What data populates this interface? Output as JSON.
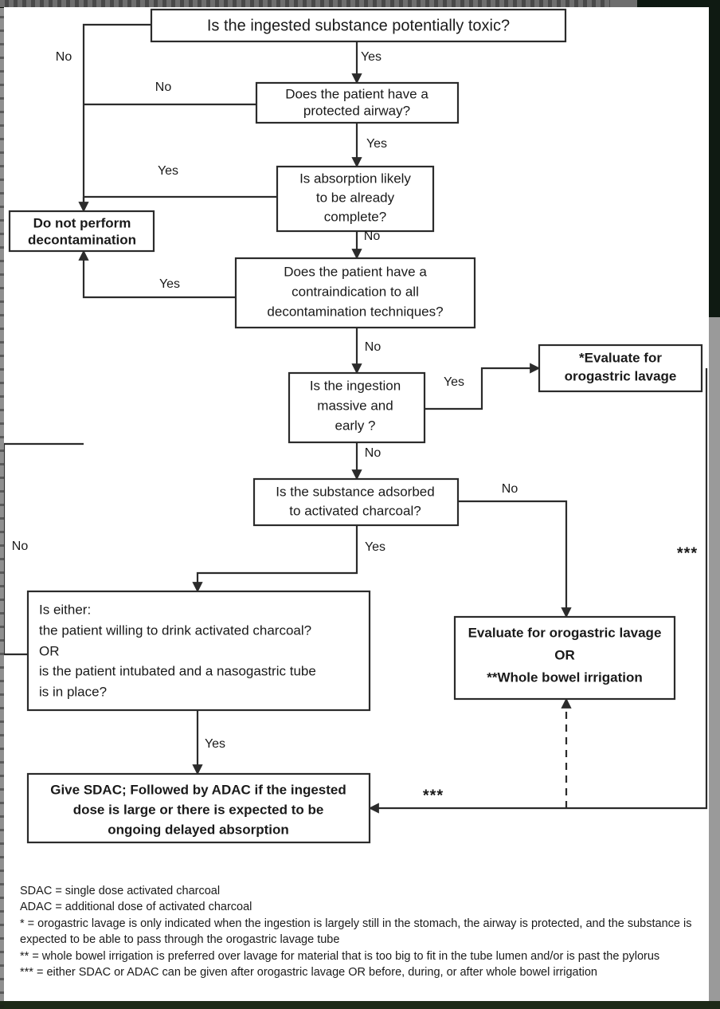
{
  "window": {
    "titlebar_visible": true,
    "desktop_background_color": "#142010",
    "page_background_color": "#ffffff",
    "line_color": "#2b2b2b"
  },
  "flowchart": {
    "type": "decision-flowchart",
    "title_node": "Is the ingested substance potentially toxic?",
    "nodes": [
      {
        "id": "q1",
        "label": "Is the ingested substance potentially toxic?",
        "bold": false
      },
      {
        "id": "q2",
        "label": "Does the patient have a\nprotected airway?",
        "bold": false
      },
      {
        "id": "q3",
        "label": "Is absorption likely\nto be already\ncomplete?",
        "bold": false
      },
      {
        "id": "stop",
        "label": "Do not perform\ndecontamination",
        "bold": true
      },
      {
        "id": "q4",
        "label": "Does the patient have a\ncontraindication to all\ndecontamination techniques?",
        "bold": false
      },
      {
        "id": "q5",
        "label": "Is the ingestion\nmassive and\nearly ?",
        "bold": false
      },
      {
        "id": "lavage1",
        "label": "*Evaluate for\norogastric lavage",
        "bold": true
      },
      {
        "id": "q6",
        "label": "Is the substance adsorbed\nto activated charcoal?",
        "bold": false
      },
      {
        "id": "q7",
        "label": "Is either:\nthe patient willing to drink activated charcoal?\nOR\nis the patient intubated and a nasogastric tube\nis in place?",
        "bold": false
      },
      {
        "id": "lavage2",
        "label": "Evaluate for orogastric lavage\nOR\n**Whole bowel irrigation",
        "bold": true
      },
      {
        "id": "sdac",
        "label": "Give SDAC; Followed by ADAC if the ingested\ndose is large or there is expected to be\nongoing delayed absorption",
        "bold": true
      }
    ],
    "edge_labels": [
      {
        "id": "e-q1-no",
        "text": "No"
      },
      {
        "id": "e-q1-yes",
        "text": "Yes"
      },
      {
        "id": "e-q2-no",
        "text": "No"
      },
      {
        "id": "e-q2-yes",
        "text": "Yes"
      },
      {
        "id": "e-q3-yes",
        "text": "Yes"
      },
      {
        "id": "e-q3-no",
        "text": "No"
      },
      {
        "id": "e-q4-yes",
        "text": "Yes"
      },
      {
        "id": "e-q4-no",
        "text": "No"
      },
      {
        "id": "e-q5-yes",
        "text": "Yes"
      },
      {
        "id": "e-q5-no",
        "text": "No"
      },
      {
        "id": "e-q6-no",
        "text": "No"
      },
      {
        "id": "e-q6-yes",
        "text": "Yes"
      },
      {
        "id": "e-q7-no",
        "text": "No"
      },
      {
        "id": "e-q7-yes",
        "text": "Yes"
      },
      {
        "id": "e-star-right",
        "text": "***"
      },
      {
        "id": "e-star-mid",
        "text": "***"
      }
    ]
  },
  "node_text": {
    "q1": {
      "l1": "Is the ingested substance potentially toxic?"
    },
    "q2": {
      "l1": "Does the patient have a",
      "l2": "protected airway?"
    },
    "q3": {
      "l1": "Is absorption likely",
      "l2": "to be already",
      "l3": "complete?"
    },
    "stop": {
      "l1": "Do not perform",
      "l2": "decontamination"
    },
    "q4": {
      "l1": "Does the patient have a",
      "l2": "contraindication to all",
      "l3": "decontamination techniques?"
    },
    "q5": {
      "l1": "Is the ingestion",
      "l2": "massive and",
      "l3": "early ?"
    },
    "lavage1": {
      "l1": "*Evaluate for",
      "l2": "orogastric lavage"
    },
    "q6": {
      "l1": "Is the substance adsorbed",
      "l2": "to activated charcoal?"
    },
    "q7": {
      "l1": "Is either:",
      "l2": "the patient willing to drink activated charcoal?",
      "l3": "OR",
      "l4": "is the patient intubated and a nasogastric tube",
      "l5": "is in place?"
    },
    "lavage2": {
      "l1": "Evaluate for orogastric lavage",
      "l2": "OR",
      "l3": "**Whole bowel irrigation"
    },
    "sdac": {
      "l1": "Give SDAC; Followed by ADAC if the ingested",
      "l2": "dose is large or there is expected to be",
      "l3": "ongoing delayed absorption"
    }
  },
  "legend": {
    "line1": "SDAC = single dose activated charcoal",
    "line2": "ADAC = additional dose of activated charcoal",
    "line3": "* = orogastric lavage is only indicated when the ingestion is largely still in the stomach,  the airway is protected, and the substance is expected to be able to pass through the orogastric lavage tube",
    "line4": "** = whole bowel irrigation is preferred over lavage for material that is too big to fit in the tube lumen  and/or is past the pylorus",
    "line5": "*** = either SDAC or ADAC can be given after orogastric lavage OR before, during, or after whole bowel irrigation"
  }
}
